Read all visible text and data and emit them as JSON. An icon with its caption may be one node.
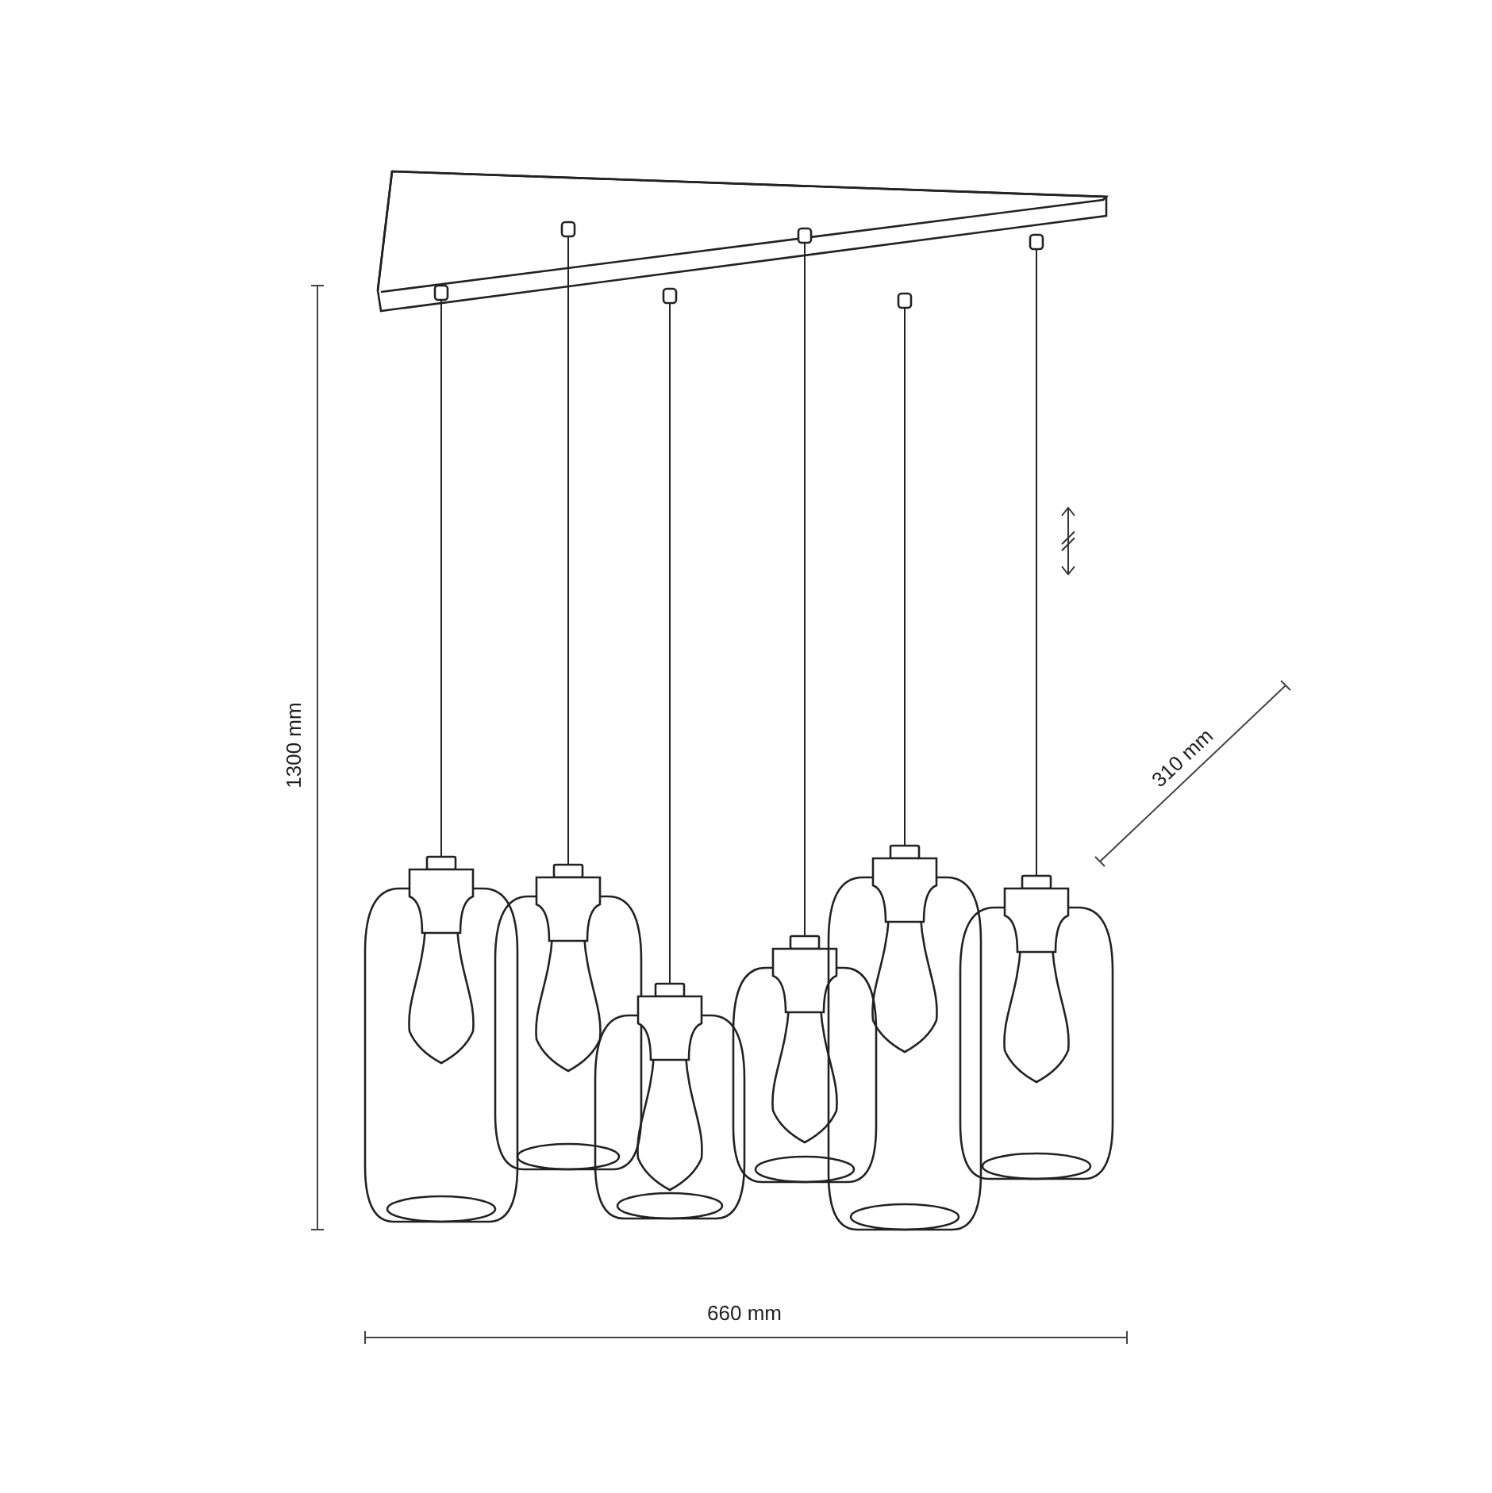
{
  "diagram": {
    "labels": [
      "1300 mm",
      "310 mm",
      "660 mm"
    ]
  }
}
